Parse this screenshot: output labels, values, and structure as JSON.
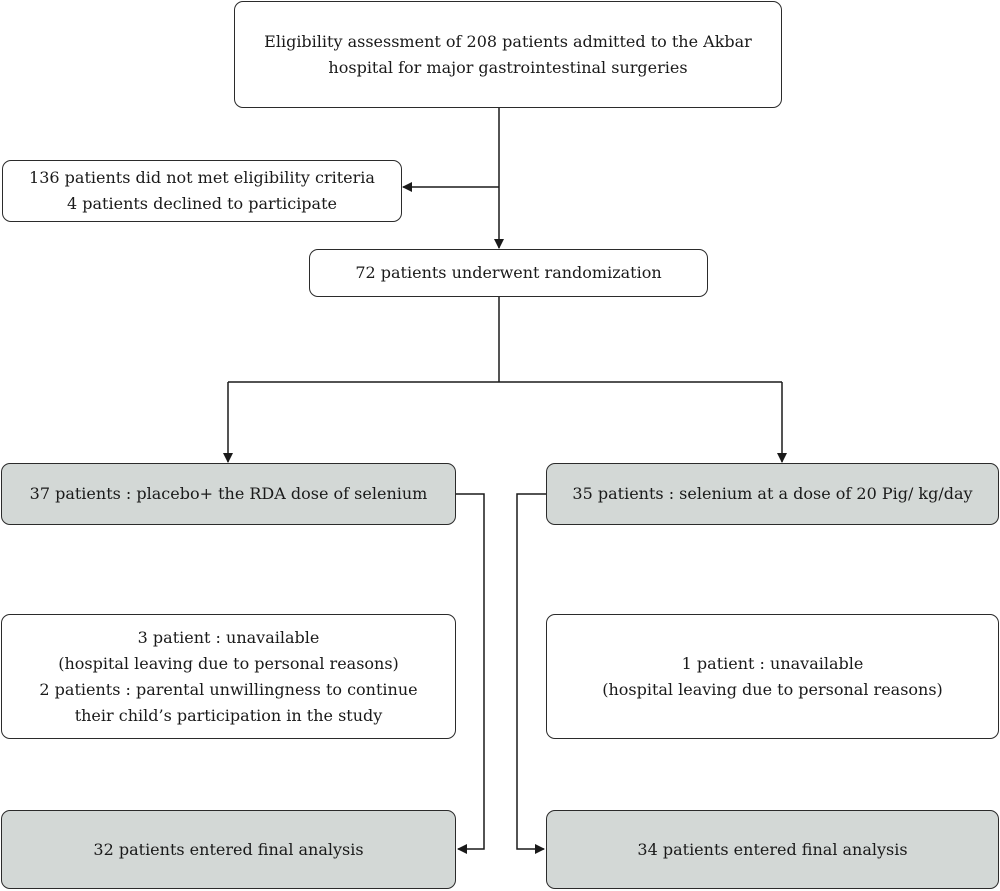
{
  "boxes": {
    "eligibility": {
      "lines": [
        "Eligibility assessment of 208 patients admitted to the Akbar",
        "hospital for major gastrointestinal surgeries"
      ]
    },
    "excluded": {
      "lines": [
        "136 patients did not met eligibility criteria",
        "4 patients declined to participate"
      ]
    },
    "randomization": {
      "lines": [
        "72 patients underwent randomization"
      ]
    },
    "placebo_group": {
      "lines": [
        "37 patients : placebo+ the RDA dose of selenium"
      ]
    },
    "selenium_group": {
      "lines": [
        "35 patients : selenium at a dose of 20 Pig/ kg/day"
      ]
    },
    "placebo_lost": {
      "lines": [
        "3 patient : unavailable",
        "(hospital leaving due to personal reasons)",
        "2 patients : parental unwillingness to continue",
        "their child’s participation in the study"
      ]
    },
    "selenium_lost": {
      "lines": [
        "1 patient : unavailable",
        "(hospital leaving due to personal reasons)"
      ]
    },
    "placebo_final": {
      "lines": [
        "32 patients entered final analysis"
      ]
    },
    "selenium_final": {
      "lines": [
        "34 patients entered final analysis"
      ]
    }
  }
}
